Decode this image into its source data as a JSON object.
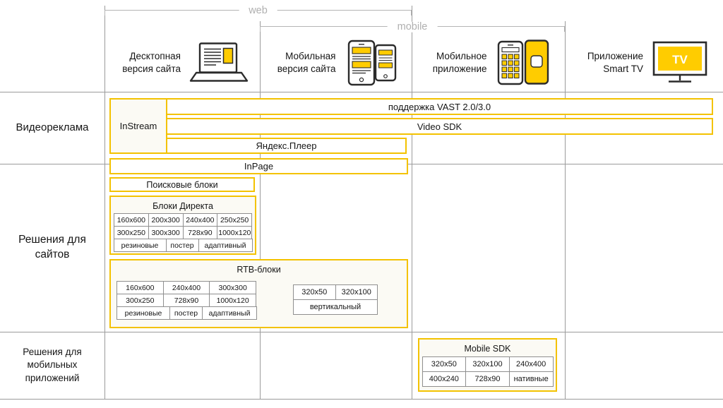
{
  "colors": {
    "accent": "#ffcc00",
    "box_border": "#f3c200",
    "grid": "#9b9b9b"
  },
  "brackets": {
    "web": "web",
    "mobile": "mobile"
  },
  "columns": [
    "Десктопная версия сайта",
    "Мобильная версия сайта",
    "Мобильное приложение",
    "Приложение Smart TV"
  ],
  "rows": [
    "Видеореклама",
    "Решения для сайтов",
    "Решения для мобильных приложений"
  ],
  "icons": {
    "tv_label": "TV"
  },
  "video": {
    "instream": "InStream",
    "vast": "поддержка VAST 2.0/3.0",
    "video_sdk": "Video SDK",
    "player": "Яндекс.Плеер",
    "inpage": "InPage"
  },
  "sites": {
    "search_blocks": "Поисковые блоки",
    "direct": {
      "title": "Блоки Директа",
      "sizes": [
        [
          "160x600",
          "200x300",
          "240x400",
          "250x250"
        ],
        [
          "300x250",
          "300x300",
          "728x90",
          "1000x120"
        ]
      ],
      "types": [
        "резиновые",
        "постер",
        "адаптивный"
      ]
    },
    "rtb": {
      "title": "RTB-блоки",
      "sizes": [
        [
          "160x600",
          "240x400",
          "300x300"
        ],
        [
          "300x250",
          "728x90",
          "1000x120"
        ]
      ],
      "types": [
        "резиновые",
        "постер",
        "адаптивный"
      ],
      "mobile_sizes": [
        "320x50",
        "320x100"
      ],
      "mobile_type": "вертикальный"
    }
  },
  "mobile_apps": {
    "sdk": {
      "title": "Mobile SDK",
      "sizes": [
        [
          "320x50",
          "320x100",
          "240x400"
        ],
        [
          "400x240",
          "728x90",
          "нативные"
        ]
      ]
    }
  }
}
